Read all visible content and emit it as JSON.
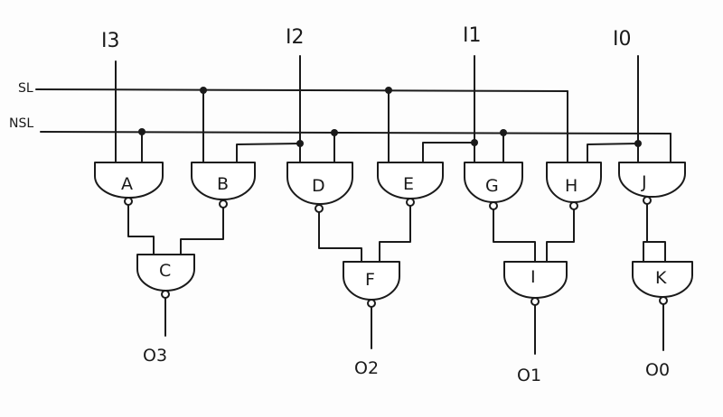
{
  "inputs": {
    "i3": "I3",
    "i2": "I2",
    "i1": "I1",
    "i0": "I0"
  },
  "lines": {
    "sl": "SL",
    "nsl": "NSL"
  },
  "gates": {
    "a": "A",
    "b": "B",
    "c": "C",
    "d": "D",
    "e": "E",
    "f": "F",
    "g": "G",
    "h": "H",
    "i": "I",
    "j": "J",
    "k": "K"
  },
  "outputs": {
    "o3": "O3",
    "o2": "O2",
    "o1": "O1",
    "o0": "O0"
  }
}
